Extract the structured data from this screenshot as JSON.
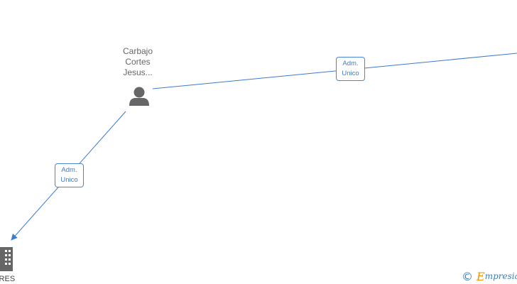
{
  "person": {
    "name_lines": "Carbajo\nCortes\nJesus..."
  },
  "company": {
    "name_fragment": "ORES"
  },
  "edges": [
    {
      "from": "person",
      "to": "offscreen-right",
      "line1": "Adm.",
      "line2": "Unico"
    },
    {
      "from": "person",
      "to": "company",
      "line1": "Adm.",
      "line2": "Unico"
    }
  ],
  "branding": {
    "copyright_symbol": "©",
    "logo_initial": "E",
    "logo_rest": "mpresia"
  },
  "colors": {
    "edge": "#3d7bcb",
    "node_icon": "#666666",
    "brand_blue": "#3c7db8",
    "brand_orange": "#f29400"
  },
  "icons": {
    "person": "person-icon",
    "company": "building-icon"
  }
}
